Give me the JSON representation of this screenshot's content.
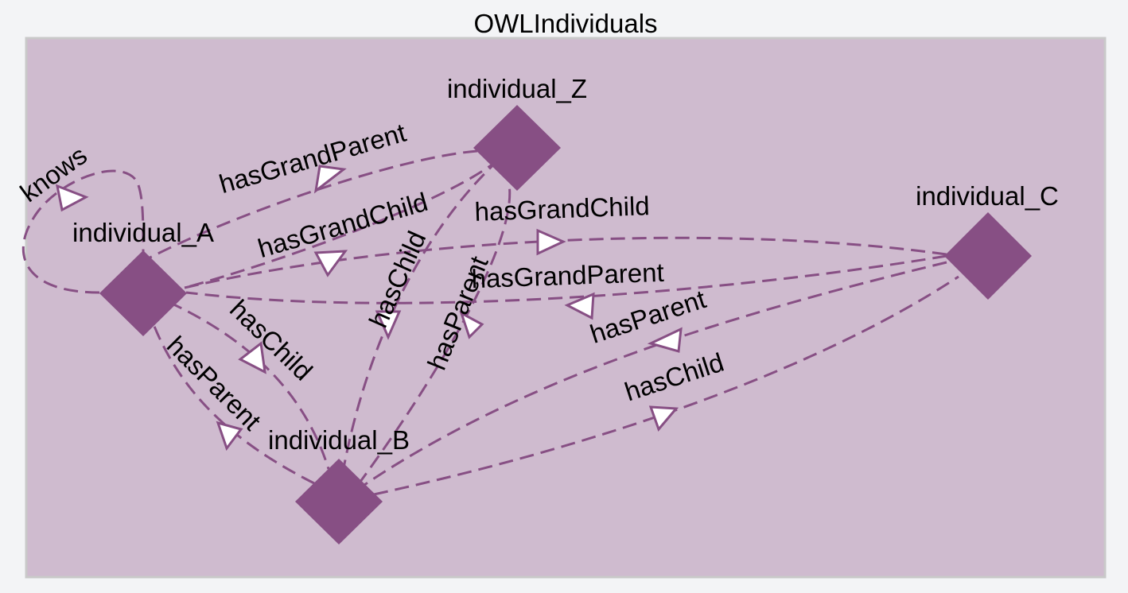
{
  "title": "OWLIndividuals",
  "colors": {
    "background": "#f3f4f6",
    "frame": "#cfbbcf",
    "node": "#874f84",
    "edge": "#874f84"
  },
  "nodes": [
    {
      "id": "A",
      "label": "individual_A"
    },
    {
      "id": "Z",
      "label": "individual_Z"
    },
    {
      "id": "C",
      "label": "individual_C"
    },
    {
      "id": "B",
      "label": "individual_B"
    }
  ],
  "edges": [
    {
      "from": "A",
      "to": "A",
      "label": "knows"
    },
    {
      "from": "Z",
      "to": "A",
      "label": "hasGrandParent"
    },
    {
      "from": "Z",
      "to": "A",
      "label": "hasGrandChild"
    },
    {
      "from": "A",
      "to": "C",
      "label": "hasGrandChild"
    },
    {
      "from": "C",
      "to": "A",
      "label": "hasGrandParent"
    },
    {
      "from": "Z",
      "to": "B",
      "label": "hasChild"
    },
    {
      "from": "B",
      "to": "Z",
      "label": "hasParent"
    },
    {
      "from": "A",
      "to": "B",
      "label": "hasChild"
    },
    {
      "from": "B",
      "to": "A",
      "label": "hasParent"
    },
    {
      "from": "C",
      "to": "B",
      "label": "hasParent"
    },
    {
      "from": "B",
      "to": "C",
      "label": "hasChild"
    }
  ]
}
